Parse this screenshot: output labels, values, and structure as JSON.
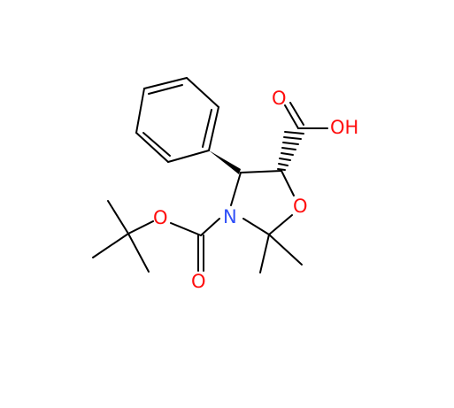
{
  "molecule": {
    "atom_labels": {
      "carbonyl_o_acid": "O",
      "hydroxyl": "OH",
      "ring_o": "O",
      "ring_n": "N",
      "ester_o": "O",
      "carbonyl_o_boc": "O"
    },
    "colors": {
      "bond": "#000000",
      "oxygen": "#ff0d0d",
      "nitrogen": "#3050f8"
    }
  }
}
